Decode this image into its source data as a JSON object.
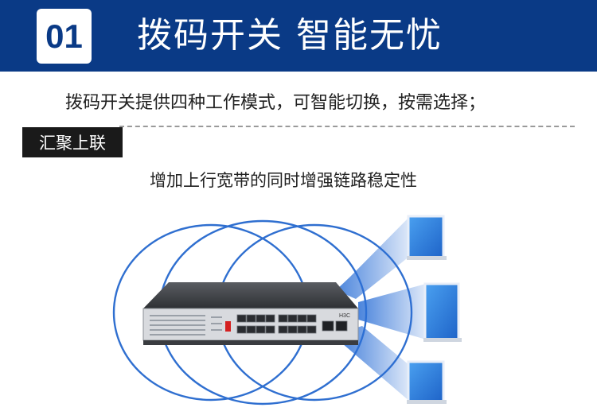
{
  "banner": {
    "number": "01",
    "title": "拨码开关 智能无忧"
  },
  "intro_text": "拨码开关提供四种工作模式，可智能切换，按需选择；",
  "mode": {
    "label": "汇聚上联",
    "description": "增加上行宽带的同时增强链路稳定性"
  },
  "device": {
    "brand_logo": "H3C"
  },
  "colors": {
    "banner": "#0a3a86",
    "circle": "#2f6fd0",
    "beam": "#2b6fd6",
    "laptop_screen": "#2f7fe0"
  }
}
